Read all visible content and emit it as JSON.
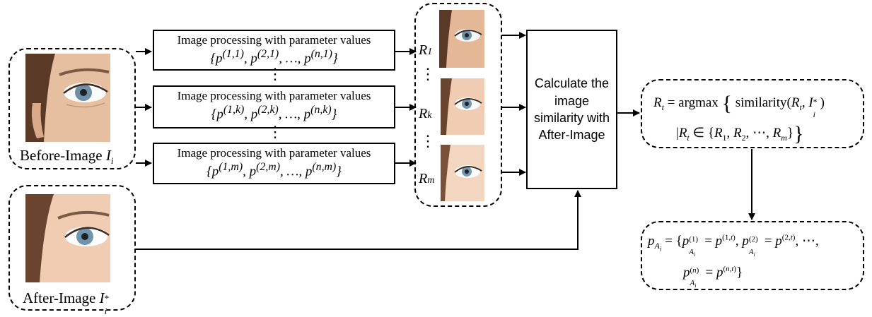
{
  "before_image": {
    "label": "Before-Image",
    "var": "I",
    "sub": "i"
  },
  "after_image": {
    "label": "After-Image",
    "var": "I",
    "sub": "i",
    "sup": "*"
  },
  "processing": {
    "title": "Image processing with parameter values",
    "rows": [
      {
        "set": "{p^(1,1), p^(2,1), ..., p^(n,1)}"
      },
      {
        "set": "{p^(1,k), p^(2,k), ..., p^(n,k)}"
      },
      {
        "set": "{p^(1,m), p^(2,m), ..., p^(n,m)}"
      }
    ]
  },
  "results": {
    "labels": [
      "R1",
      "Rk",
      "Rm"
    ]
  },
  "similarity_box": {
    "text": "Calculate the image similarity with After-Image"
  },
  "argmax_formula": {
    "line1": "Rt = argmax { similarity(Rt, I*i)",
    "line2": "| Rt ∈ {R1, R2, ⋯, Rm} }"
  },
  "params_formula": {
    "line1": "pAi = {p(1)Ai = p(1,t), p(2)Ai = p(2,t), ⋯,",
    "line2": "p(n)Ai = p(n,t)}"
  },
  "colors": {
    "skin": "#e8c4a6",
    "iris": "#6f8fa6",
    "line": "#000000"
  }
}
